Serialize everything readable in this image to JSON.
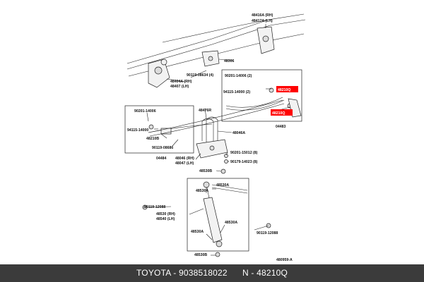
{
  "diagram_id": "480959-A",
  "footer_text": "TOYOTA - 9038518022      N - 48210Q",
  "colors": {
    "highlight": "#ff0000",
    "footer_bg": "#3b3b3b"
  },
  "labels": {
    "l48416A": "48416A (RH)",
    "l48417A": "48417A (LH)",
    "l48306": "48306",
    "l9011908634": "90119-08634 (4)",
    "l48404A": "48404A (RH)",
    "l48407": "48407   (LH)",
    "l9020114006top": "90201-14006 (2)",
    "l9411514000right": "94115-14000 (2)",
    "l48210Qa": "48210Q",
    "l48210Qb": "48210Q",
    "l04483": "04483",
    "l48476R": "48476R",
    "l9020114006left": "90201-14006",
    "l9411514000left": "94115-14000",
    "l48210B": "48210B",
    "l48046A": "48046A",
    "l9011908686": "90119-08686",
    "l04484": "04484",
    "l9020115012": "90201-15012 (8)",
    "l48046": "48046 (RH)",
    "l48047": "48047 (LH)",
    "l9017914023": "90179-14023 (8)",
    "l48530Btop": "48530B",
    "l48530Aa": "48530A",
    "l48530Ab": "48530A",
    "l9011912088left": "90119-12088",
    "l48530": "48530 (RH)",
    "l48540": "48540 (LH)",
    "l48530Ac": "48530A",
    "l48530Ad": "48530A",
    "l9011912088right": "90119-12088",
    "l48530Bbot": "48530B"
  }
}
